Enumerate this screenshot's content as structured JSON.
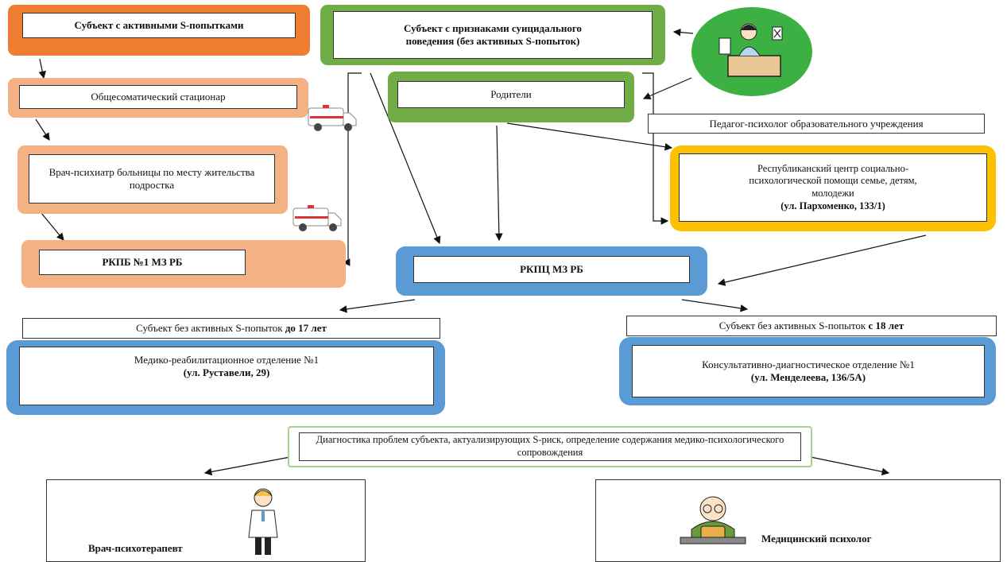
{
  "nodes": {
    "active_attempts": "Субъект с активными S-попытками",
    "suicidal_signs_l1": "Субъект с признаками суицидального",
    "suicidal_signs_l2": "поведения (без активных S-попыток)",
    "hospital": "Общесоматический стационар",
    "parents": "Родители",
    "teacher": "Педагог-психолог образовательного учреждения",
    "psychiatrist": "Врач-психиатр больницы по месту жительства подростка",
    "rcenter_l1": "Республиканский центр социально-",
    "rcenter_l2": "психологической помощи семье, детям,",
    "rcenter_l3": "молодежи",
    "rcenter_addr": "(ул. Пархоменко, 133/1)",
    "rkpb": "РКПБ №1 МЗ РБ",
    "rkpc": "РКПЦ МЗ РБ",
    "under17_prefix": "Субъект без активных S-попыток ",
    "under17_suffix": "до 17 лет",
    "over18_prefix": "Субъект без активных S-попыток ",
    "over18_suffix": "с 18 лет",
    "rehab_name": "Медико-реабилитационное отделение №1",
    "rehab_addr": "(ул. Руставели, 29)",
    "consult_name": "Консультативно-диагностическое отделение №1",
    "consult_addr": "(ул. Менделеева, 136/5А)",
    "diagnostics": "Диагностика проблем субъекта, актуализирующих S-риск, определение содержания медико-психологического сопровождения",
    "psychotherapist": "Врач-психотерапевт",
    "med_psychologist": "Медицинский психолог"
  },
  "colors": {
    "orange": "#ed7d31",
    "green": "#70ad47",
    "salmon": "#f4b183",
    "blue": "#5b9bd5",
    "yellow": "#ffc000"
  },
  "icons": [
    "teacher-illustration",
    "ambulance-icon",
    "doctor-illustration",
    "psychologist-illustration"
  ]
}
